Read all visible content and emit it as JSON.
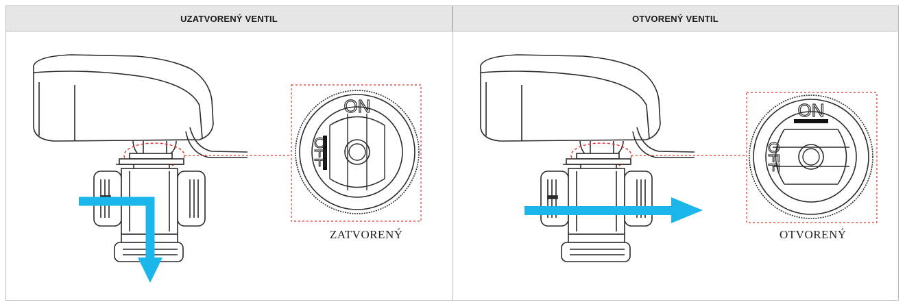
{
  "table": {
    "left": {
      "header": "UZATVORENÝ VENTIL",
      "dial": {
        "on_label": "ON",
        "off_label": "OFF"
      },
      "caption": "ZATVORENÝ"
    },
    "right": {
      "header": "OTVORENÝ VENTIL",
      "dial": {
        "on_label": "ON",
        "off_label": "OFF"
      },
      "caption": "OTVORENÝ"
    }
  },
  "colors": {
    "flow_arrow": "#1bb6ea",
    "callout_border": "#e0302f",
    "line": "#2a2a2a"
  }
}
